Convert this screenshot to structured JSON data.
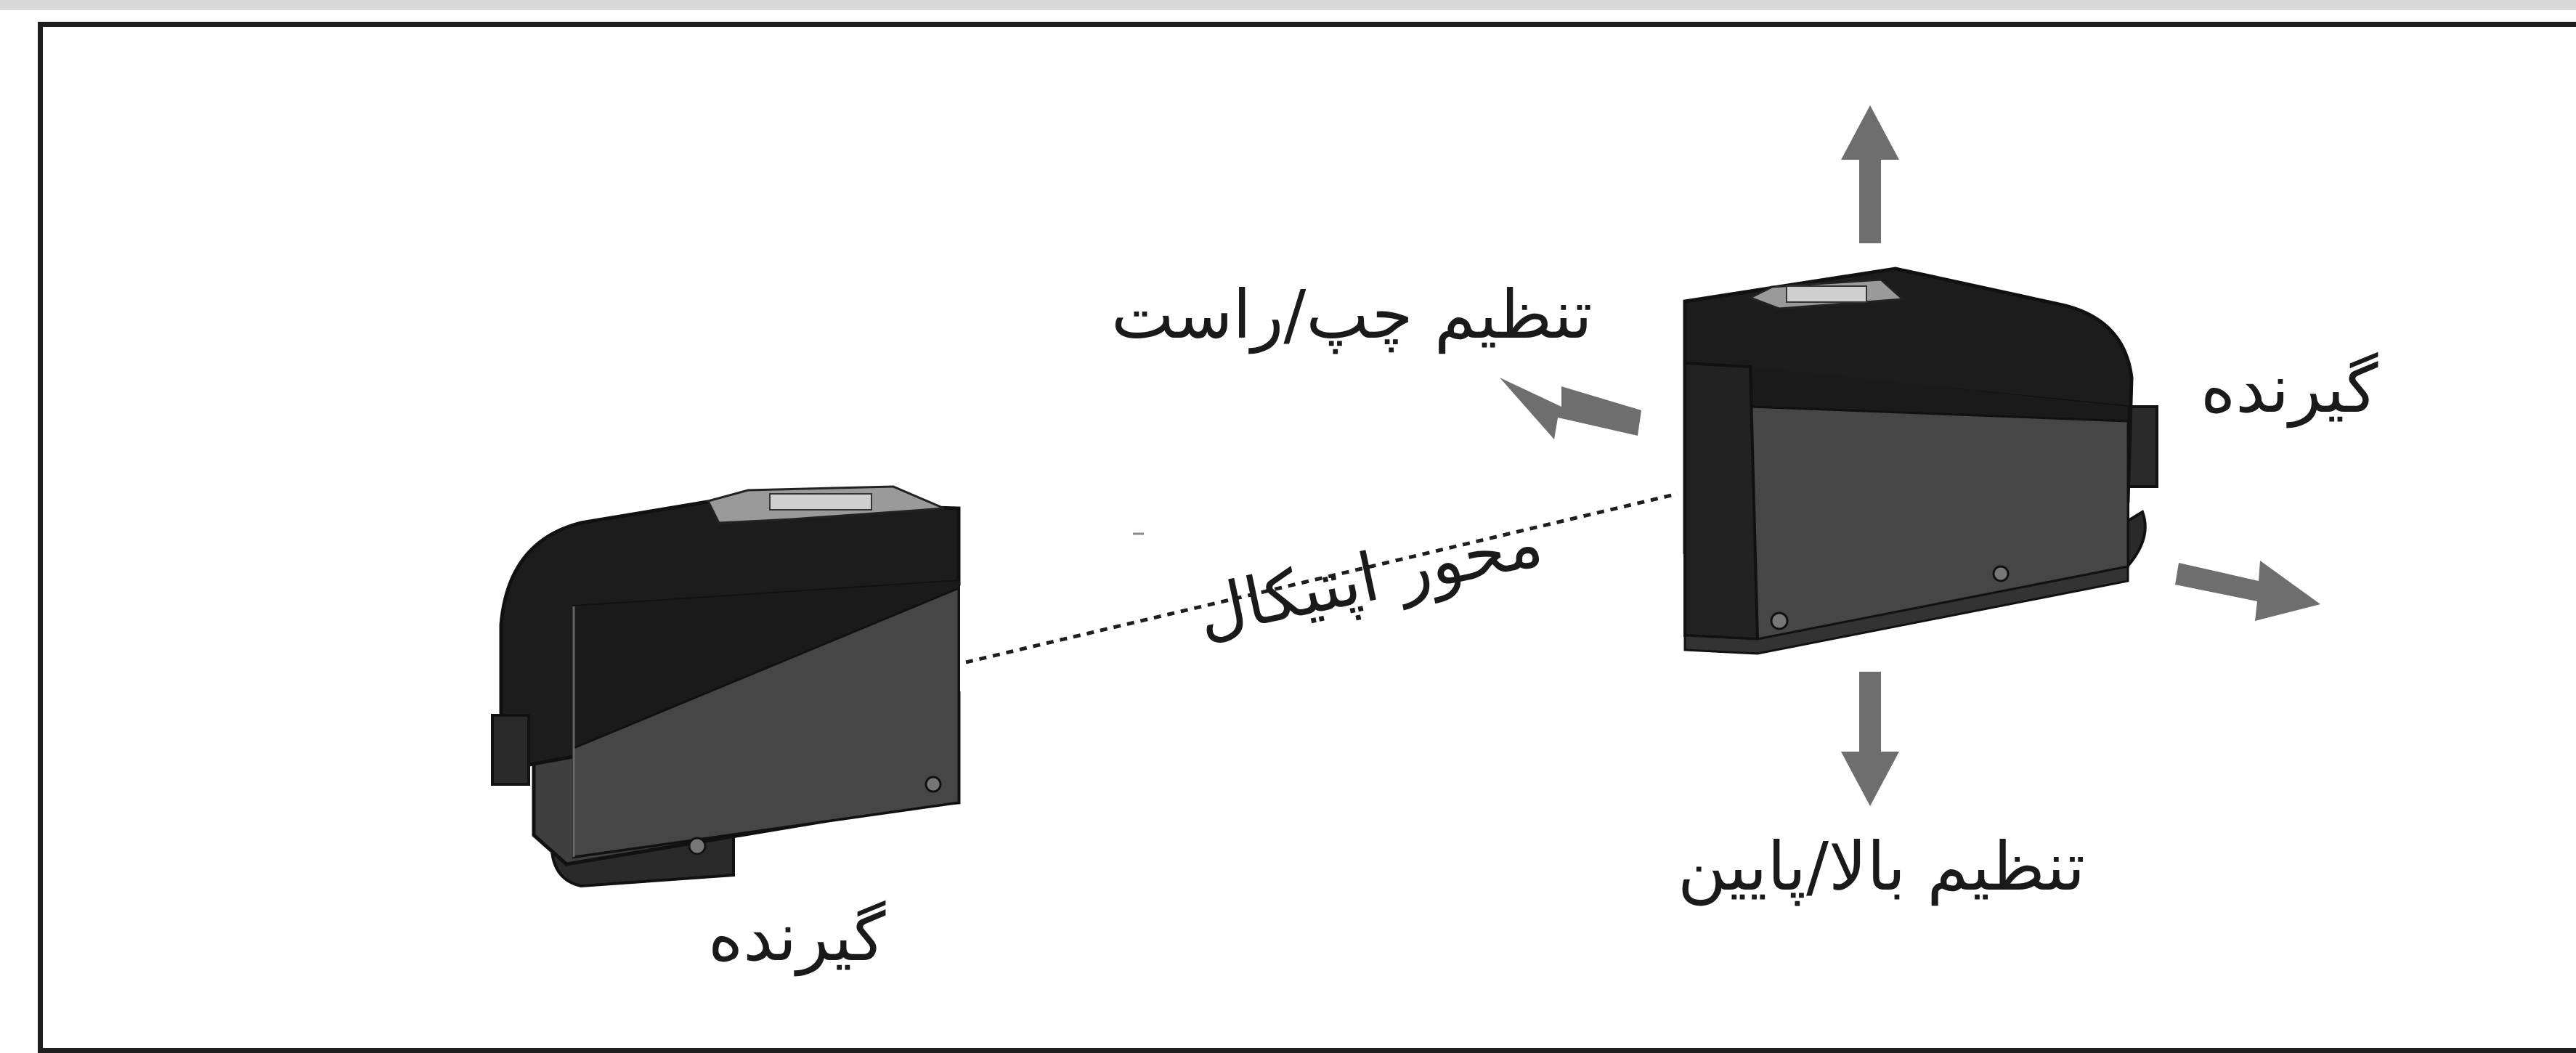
{
  "labels": {
    "left_right_adjust": "تنظیم چپ/راست",
    "receiver_right": "گیرنده",
    "up_down_adjust": "تنظیم بالا/پایین",
    "receiver_left": "گیرنده",
    "optical_axis": "محور اپتیکال"
  },
  "icons": {
    "arrow_up": "arrow-up-icon",
    "arrow_down": "arrow-down-icon",
    "arrow_left": "arrow-left-icon",
    "arrow_right": "arrow-right-icon"
  },
  "colors": {
    "sensor_body_dark": "#1c1c1c",
    "sensor_body_mid": "#3a3a3a",
    "arrow_gray": "#6e6e6e",
    "line": "#1e1e1e"
  }
}
